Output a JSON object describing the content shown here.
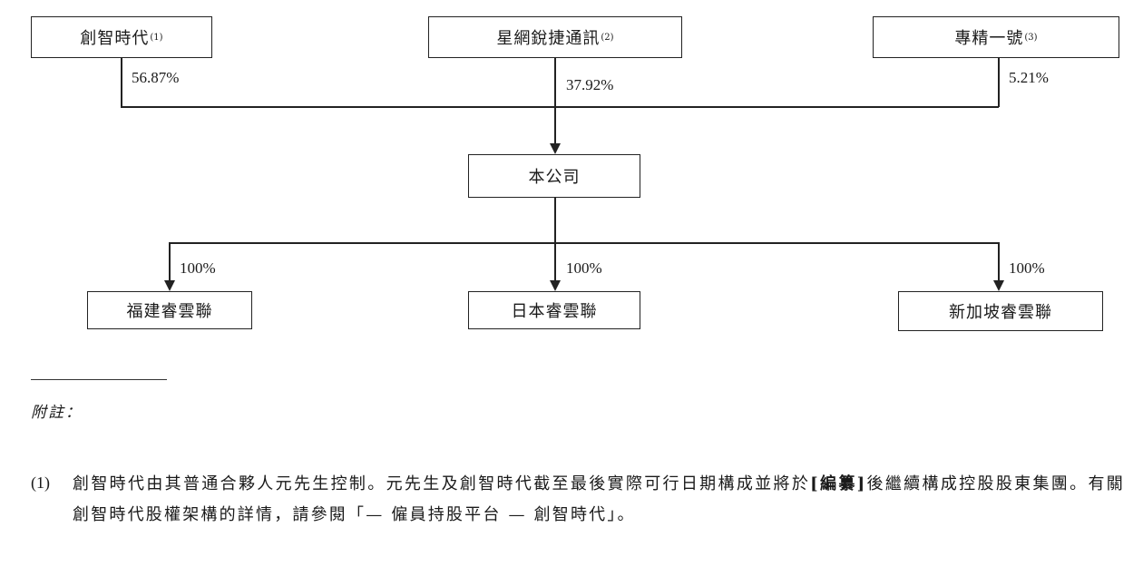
{
  "top_entities": [
    {
      "name": "創智時代",
      "note": "(1)",
      "pct": "56.87%"
    },
    {
      "name": "星網銳捷通訊",
      "note": "(2)",
      "pct": "37.92%"
    },
    {
      "name": "專精一號",
      "note": "(3)",
      "pct": "5.21%"
    }
  ],
  "company": {
    "name": "本公司"
  },
  "subsidiaries": [
    {
      "name": "福建睿雲聯",
      "pct": "100%"
    },
    {
      "name": "日本睿雲聯",
      "pct": "100%"
    },
    {
      "name": "新加坡睿雲聯",
      "pct": "100%"
    }
  ],
  "notes": {
    "title": "附註：",
    "items": [
      {
        "num": "(1)",
        "text_part1": "創智時代由其普通合夥人元先生控制。元先生及創智時代截至最後實際可行日期構成並將於",
        "text_bold": "[編纂]",
        "text_part2": "後繼續構成控股股東集團。有關創智時代股權架構的詳情，請參閱「— 僱員持股平台 — 創智時代」。"
      }
    ]
  }
}
